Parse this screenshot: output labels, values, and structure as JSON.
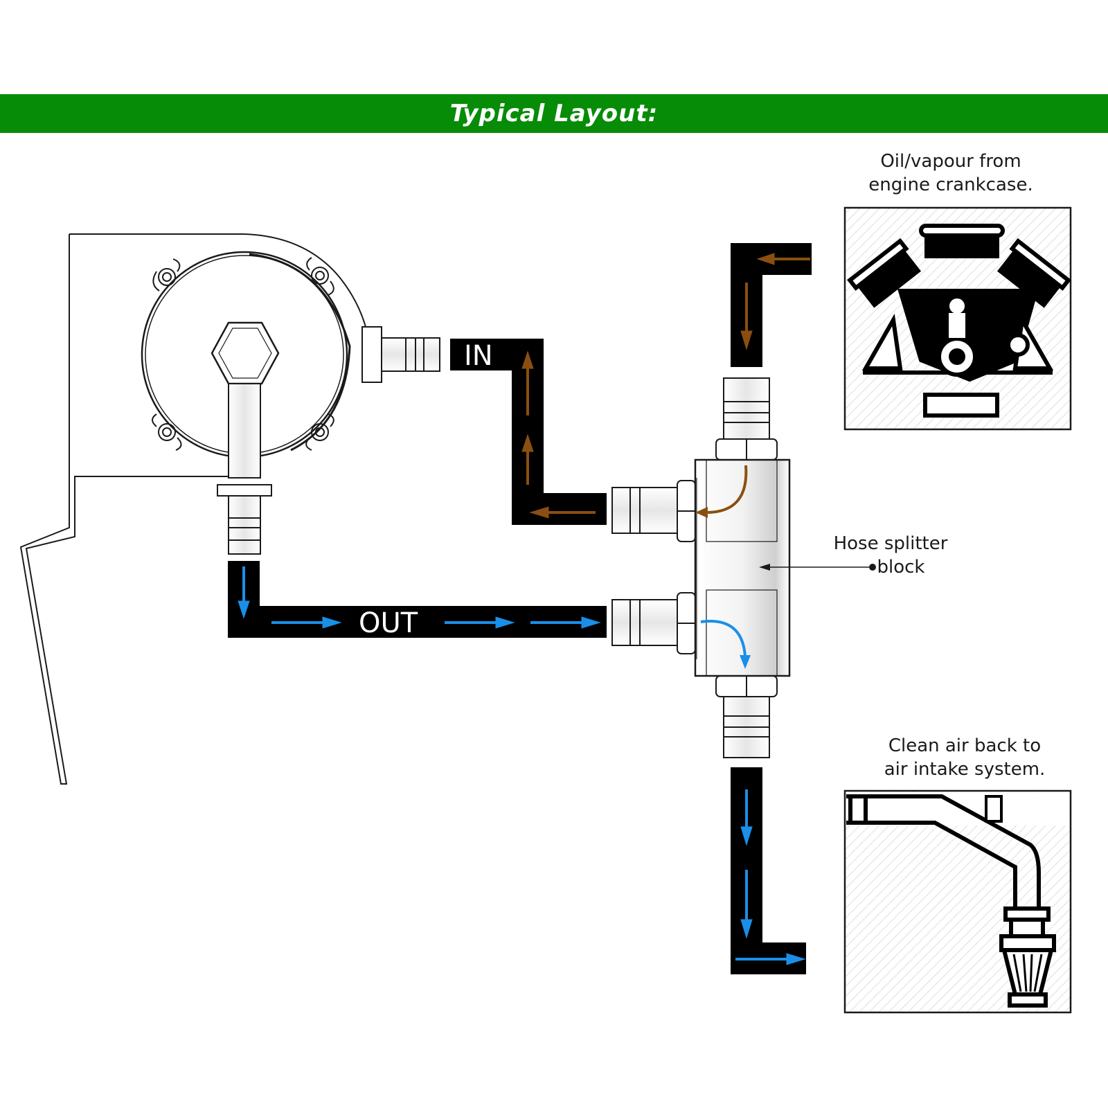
{
  "header": {
    "title": "Typical Layout:",
    "color": "#078c07"
  },
  "labels": {
    "crankcase": [
      "Oil/vapour from",
      "engine crankcase."
    ],
    "splitter": [
      "Hose splitter",
      "block"
    ],
    "intake": [
      "Clean air back to",
      "air intake system."
    ],
    "hose_in": "IN",
    "hose_out": "OUT"
  },
  "colors": {
    "in_flow": "#8a4f10",
    "out_flow": "#1a8fe8",
    "hose": "#000000",
    "outline": "#1a1a1a"
  },
  "icons": {
    "crankcase_panel": "engine-icon",
    "intake_panel": "air-intake-pipe-icon",
    "catch_can": "catch-can-icon",
    "splitter": "hose-splitter-block-icon"
  }
}
